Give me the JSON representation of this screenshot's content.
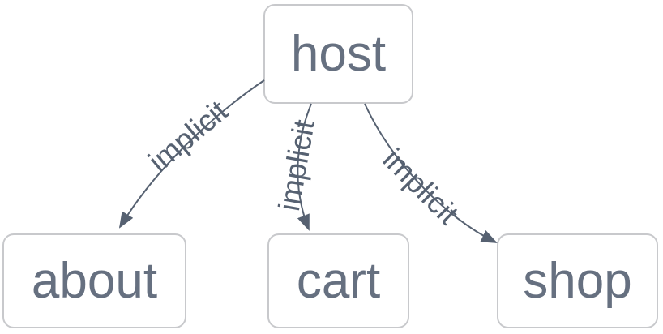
{
  "diagram": {
    "title": "route tree diagram",
    "nodes": [
      {
        "id": "host",
        "label": "host"
      },
      {
        "id": "about",
        "label": "about"
      },
      {
        "id": "cart",
        "label": "cart"
      },
      {
        "id": "shop",
        "label": "shop"
      }
    ],
    "edges": [
      {
        "from": "host",
        "to": "about",
        "label": "implicit"
      },
      {
        "from": "host",
        "to": "cart",
        "label": "implicit"
      },
      {
        "from": "host",
        "to": "shop",
        "label": "implicit"
      }
    ],
    "colors": {
      "background": "#ffffff",
      "node_fill": "#ffffff",
      "node_border": "#c8c9cc",
      "node_text": "#667080",
      "edge_stroke": "#566171",
      "edge_label_text": "#566171"
    }
  }
}
